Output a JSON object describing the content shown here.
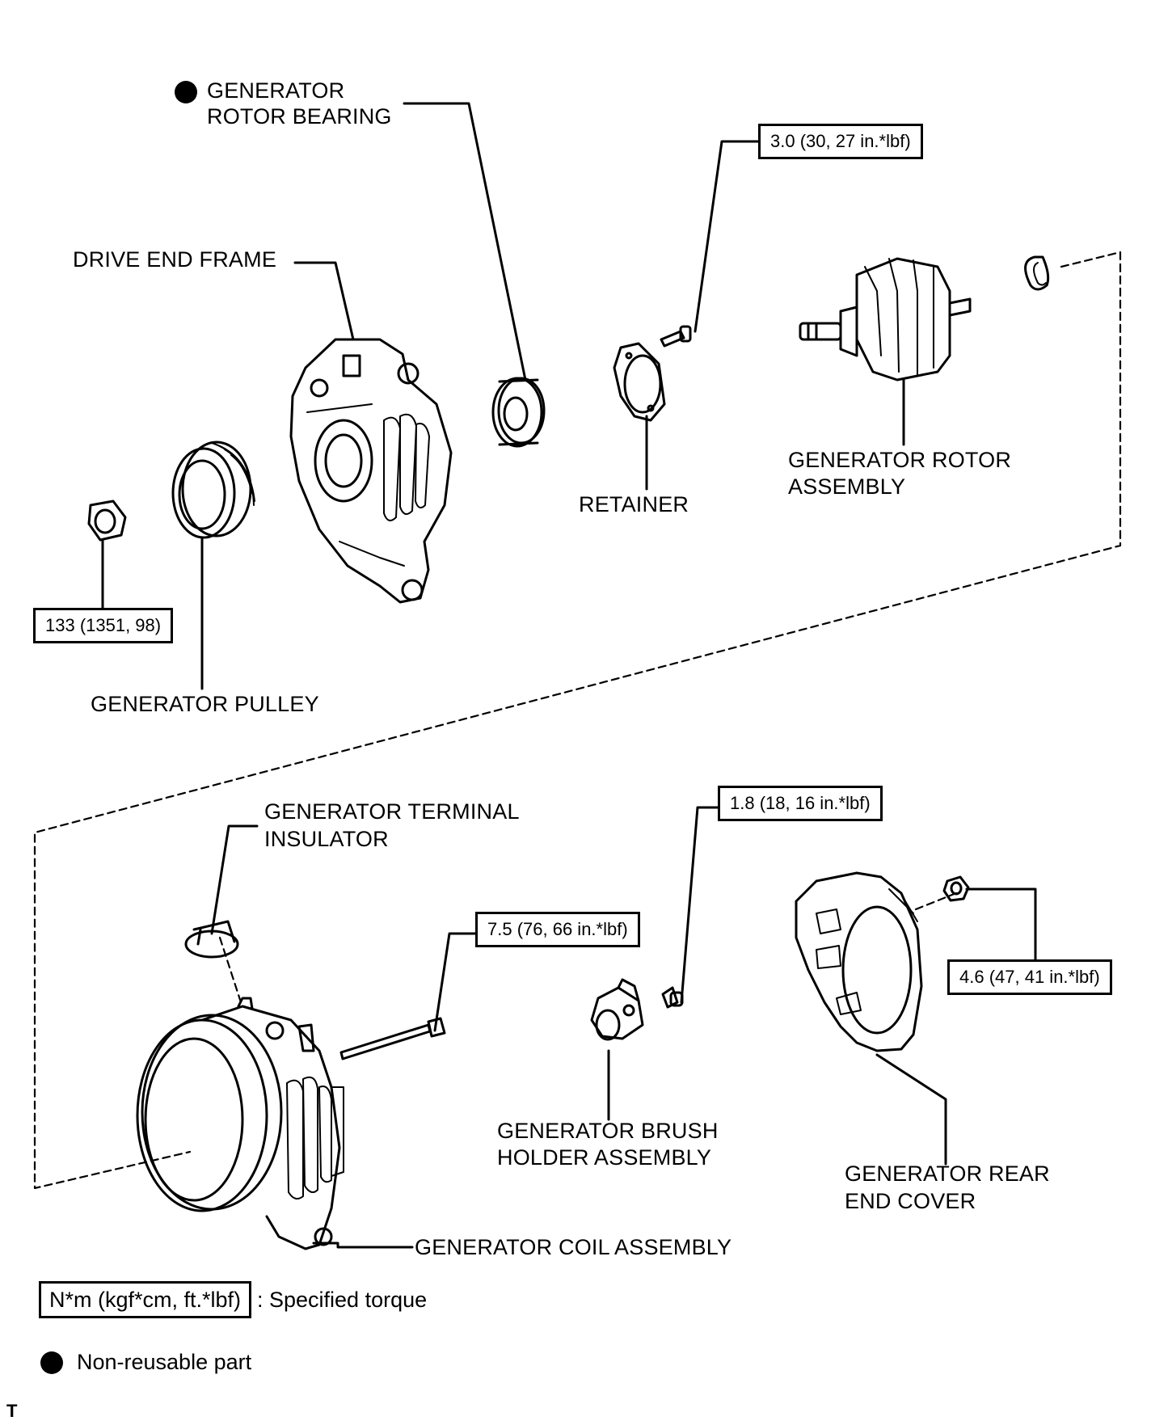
{
  "labels": {
    "generator_rotor_bearing": [
      "GENERATOR",
      "ROTOR BEARING"
    ],
    "drive_end_frame": "DRIVE END FRAME",
    "retainer": "RETAINER",
    "generator_rotor_assembly": [
      "GENERATOR ROTOR",
      "ASSEMBLY"
    ],
    "generator_pulley": "GENERATOR PULLEY",
    "generator_terminal_insulator": [
      "GENERATOR TERMINAL",
      "INSULATOR"
    ],
    "generator_brush_holder_assembly": [
      "GENERATOR BRUSH",
      "HOLDER ASSEMBLY"
    ],
    "generator_rear_end_cover": [
      "GENERATOR REAR",
      "END COVER"
    ],
    "generator_coil_assembly": "GENERATOR COIL ASSEMBLY"
  },
  "torques": {
    "retainer_screw": "3.0 (30, 27 in.*lbf)",
    "pulley_nut": "133 (1351, 98)",
    "brush_holder_screw": "1.8 (18, 16 in.*lbf)",
    "through_bolt": "7.5 (76, 66 in.*lbf)",
    "rear_cover_nut": "4.6 (47, 41 in.*lbf)"
  },
  "legend": {
    "torque_unit": "N*m (kgf*cm, ft.*lbf)",
    "torque_desc": ": Specified torque",
    "non_reusable": "Non-reusable part"
  },
  "corner_mark": "T"
}
